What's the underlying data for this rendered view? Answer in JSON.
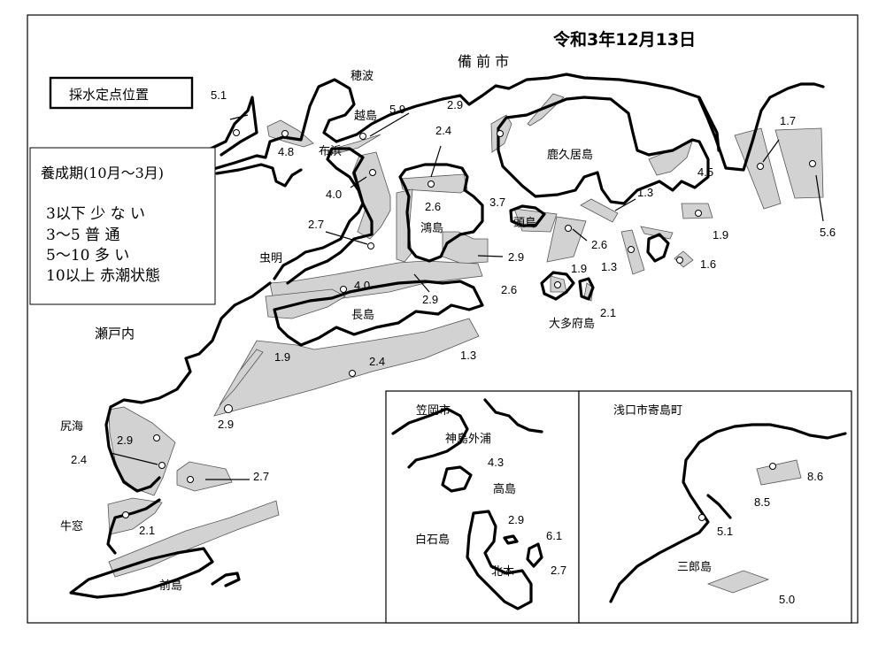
{
  "date": "令和3年12月13日",
  "sample_box_title": "採水定点位置",
  "legend": {
    "title": "養成期(10月～3月)",
    "rows": [
      "3以下 少 な い",
      "3～5 普 通",
      "5～10 多 い",
      "10以上 赤潮状態"
    ]
  },
  "places": {
    "bizen": "備 前 市",
    "hoha": "穂波",
    "koshijima": "越島",
    "fukeshima": "鹿久居島",
    "nunohama": "布浜",
    "koujima": "鴻島",
    "kashirajima": "頭島",
    "mushiake": "虫明",
    "nagashima": "長島",
    "otafu": "大多府島",
    "setouchi": "瀬戸内",
    "shiriumi": "尻海",
    "ushimado": "牛窓",
    "maejima": "前島",
    "kasaoka": "笠岡市",
    "konoshima": "神島外浦",
    "takashima": "高島",
    "shiraishi": "白石島",
    "kitagi": "北木",
    "asakuchi": "浅口市寄島町",
    "saburo": "三郎島"
  },
  "values": {
    "v1": "5.1",
    "v2": "4.8",
    "v3": "5.9",
    "v4": "2.9",
    "v5": "2.4",
    "v6": "1.7",
    "v7": "4.0",
    "v8": "2.6",
    "v9": "3.7",
    "v10": "1.3",
    "v11": "4.5",
    "v12": "5.6",
    "v13": "2.7",
    "v14": "2.6",
    "v15": "2.9",
    "v16": "1.9",
    "v17": "1.9",
    "v18": "1.3",
    "v19": "1.6",
    "v20": "4.0",
    "v21": "2.9",
    "v22": "2.6",
    "v23": "2.1",
    "v24": "1.9",
    "v25": "2.4",
    "v26": "1.3",
    "v27": "2.9",
    "v28": "2.9",
    "v29": "2.4",
    "v30": "2.7",
    "v31": "2.1",
    "v32": "4.3",
    "v33": "2.9",
    "v34": "6.1",
    "v35": "2.7",
    "v36": "8.6",
    "v37": "8.5",
    "v38": "5.1",
    "v39": "5.0"
  }
}
